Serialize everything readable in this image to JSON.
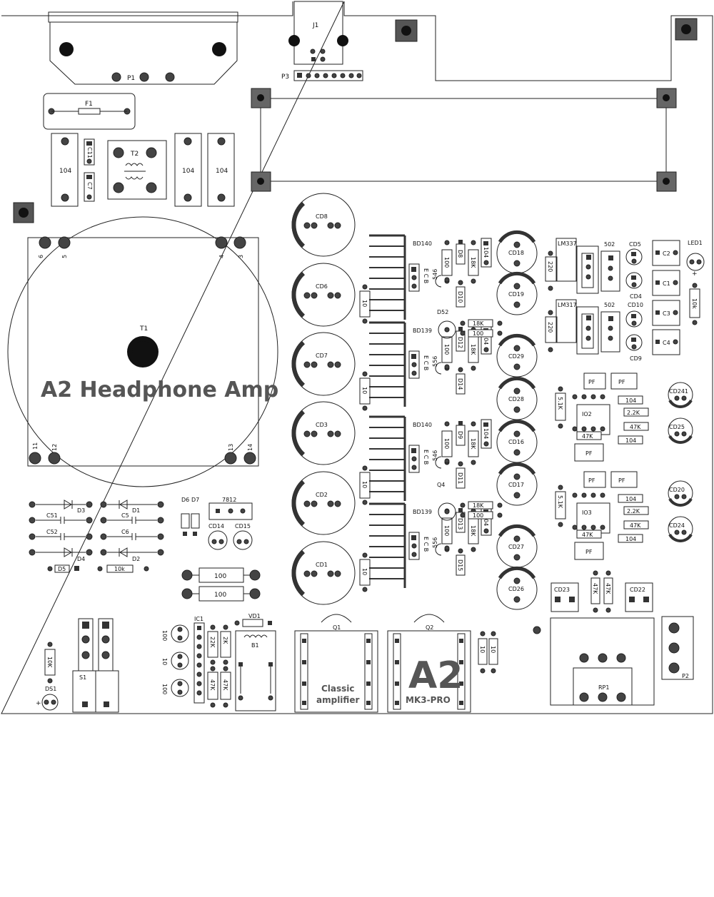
{
  "title": "A2 Headphone Amp",
  "connectors": {
    "j1": "J1",
    "p1": "P1",
    "p2": "P2",
    "p3": "P3",
    "fuse": "F1"
  },
  "transformers": {
    "t1": "T1",
    "t2": "T2",
    "t1_pins": [
      "6",
      "5",
      "4",
      "3",
      "11",
      "12",
      "13",
      "14"
    ]
  },
  "caps_104": [
    "104",
    "104",
    "104"
  ],
  "small_caps": {
    "c11": "C11",
    "c7": "C7"
  },
  "big_caps": [
    "CD8",
    "CD6",
    "CD7",
    "CD3",
    "CD2",
    "CD1"
  ],
  "transistors": {
    "bd": [
      "BD140",
      "BD139",
      "BD140",
      "BD139"
    ],
    "pin_labels": "E C B",
    "driver_labels": [
      "546",
      "556",
      "546",
      "556"
    ],
    "driver_refs": [
      "D52",
      "Q4"
    ]
  },
  "resistors": {
    "r10": [
      "10",
      "10",
      "10",
      "10"
    ],
    "r100": [
      "100",
      "100",
      "100",
      "100"
    ],
    "r18k": [
      "18K",
      "18K",
      "18K",
      "18K",
      "18K",
      "18K"
    ],
    "big_100": [
      "100",
      "100"
    ],
    "r10k": "10k",
    "r10K": "10K",
    "ic1_rs": [
      "22K",
      "2K",
      "47K",
      "47K"
    ],
    "ic1_caps": [
      "100",
      "10",
      "100"
    ],
    "bottom_10": [
      "10",
      "10"
    ],
    "r5_1k": [
      "5.1K",
      "5.1K"
    ],
    "r2_2k": [
      "2.2K",
      "2.2K"
    ],
    "r47k": [
      "47K",
      "47K",
      "47K",
      "47K"
    ],
    "r104": [
      "104",
      "104",
      "104",
      "104"
    ],
    "rp_47k": [
      "47K",
      "47K"
    ],
    "r220": [
      "220",
      "220"
    ],
    "r10k_led": "10k"
  },
  "diodes": [
    "D8",
    "D10",
    "D12",
    "D14",
    "D9",
    "D11",
    "D13",
    "D15"
  ],
  "caps_104_mid": [
    "104",
    "104",
    "104",
    "104"
  ],
  "elcaps": [
    "CD18",
    "CD19",
    "CD29",
    "CD28",
    "CD16",
    "CD17",
    "CD27",
    "CD26"
  ],
  "regulators": {
    "lm337": "LM337",
    "lm317": "LM317",
    "r502": [
      "502",
      "502"
    ],
    "r7812": "7812"
  },
  "reg_caps": [
    "CD5",
    "CD4",
    "CD10",
    "CD9"
  ],
  "film_caps": [
    "C2",
    "C1",
    "C3",
    "C4"
  ],
  "led": "LED1",
  "ics": [
    "IO2",
    "IO3"
  ],
  "pf": [
    "PF",
    "PF",
    "PF",
    "PF",
    "PF",
    "PF"
  ],
  "right_caps": [
    "CD241",
    "CD25",
    "CD20",
    "CD24"
  ],
  "rectifier": {
    "d": [
      "D3",
      "D1",
      "D4",
      "D2"
    ],
    "c": [
      "C51",
      "C5",
      "C52",
      "C6"
    ],
    "d5": "D5",
    "d6": "D6",
    "d7": "D7",
    "cd14": "CD14",
    "cd15": "CD15"
  },
  "bottom": {
    "ds1": "DS1",
    "s1": "S1",
    "ic1": "IC1",
    "vd1": "VD1",
    "b1": "B1",
    "q1": "Q1",
    "q2": "Q2",
    "rp1": "RP1",
    "cd23": "CD23",
    "cd22": "CD22",
    "classic1": "Classic",
    "classic2": "amplifier",
    "a2": "A2",
    "mk3": "MK3-PRO"
  },
  "plus": "+"
}
